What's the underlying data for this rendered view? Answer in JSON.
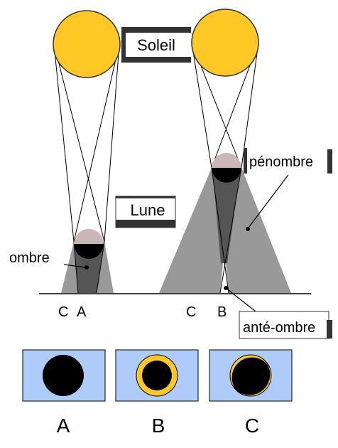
{
  "labels": {
    "sun": "Soleil",
    "moon": "Lune",
    "umbra": "ombre",
    "penumbra": "pénombre",
    "antumbra": "anté-ombre",
    "ground_left": [
      "C",
      "A"
    ],
    "ground_right": [
      "C",
      "B"
    ]
  },
  "panels": [
    {
      "letter": "A",
      "type": "total"
    },
    {
      "letter": "B",
      "type": "annular"
    },
    {
      "letter": "C",
      "type": "partial"
    }
  ],
  "colors": {
    "sun": "#FFC825",
    "sun_outline": "#333333",
    "moon_lit": "#C9B6B5",
    "moon_dark": "#000000",
    "penumbra": "#999999",
    "umbra": "#555555",
    "sky": "#AECBFA"
  }
}
